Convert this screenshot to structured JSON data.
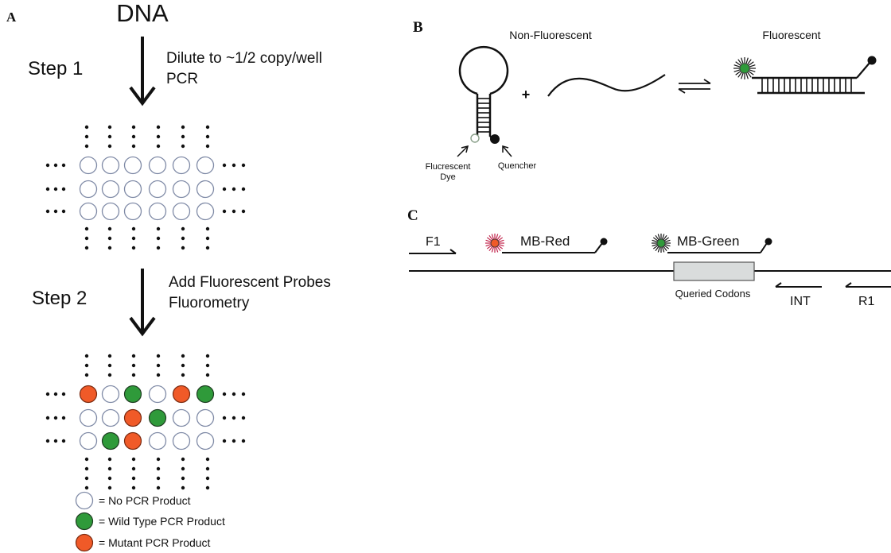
{
  "panel_a": {
    "letter": "A",
    "dna_label": "DNA",
    "step1_label": "Step 1",
    "step1_text_line1": "Dilute to ~1/2 copy/well",
    "step1_text_line2": "PCR",
    "step2_label": "Step 2",
    "step2_text_line1": "Add Fluorescent Probes",
    "step2_text_line2": "Fluorometry",
    "plate_before": [
      [
        "none",
        "none",
        "none",
        "none",
        "none",
        "none"
      ],
      [
        "none",
        "none",
        "none",
        "none",
        "none",
        "none"
      ],
      [
        "none",
        "none",
        "none",
        "none",
        "none",
        "none"
      ]
    ],
    "plate_after": [
      [
        "mutant",
        "none",
        "wild",
        "none",
        "mutant",
        "wild"
      ],
      [
        "none",
        "none",
        "mutant",
        "wild",
        "none",
        "none"
      ],
      [
        "none",
        "wild",
        "mutant",
        "none",
        "none",
        "none"
      ]
    ],
    "legend": [
      {
        "key": "none",
        "label": "= No PCR Product"
      },
      {
        "key": "wild",
        "label": "= Wild Type PCR Product"
      },
      {
        "key": "mutant",
        "label": "= Mutant PCR Product"
      }
    ]
  },
  "panel_b": {
    "letter": "B",
    "non_fluorescent_label": "Non-Fluorescent",
    "fluorescent_label": "Fluorescent",
    "plus": "+",
    "dye_label_line1": "Flucrescent",
    "dye_label_line2": "Dye",
    "quencher_label": "Quencher"
  },
  "panel_c": {
    "letter": "C",
    "f1_label": "F1",
    "mb_red_label": "MB-Red",
    "mb_green_label": "MB-Green",
    "queried_label": "Queried Codons",
    "int_label": "INT",
    "r1_label": "R1"
  },
  "colors": {
    "none_fill": "#ffffff",
    "none_stroke": "#7f8aa6",
    "wild_fill": "#2f9a3a",
    "mutant_fill": "#f05a28",
    "line": "#111111",
    "box_fill": "#d9dcdc"
  }
}
